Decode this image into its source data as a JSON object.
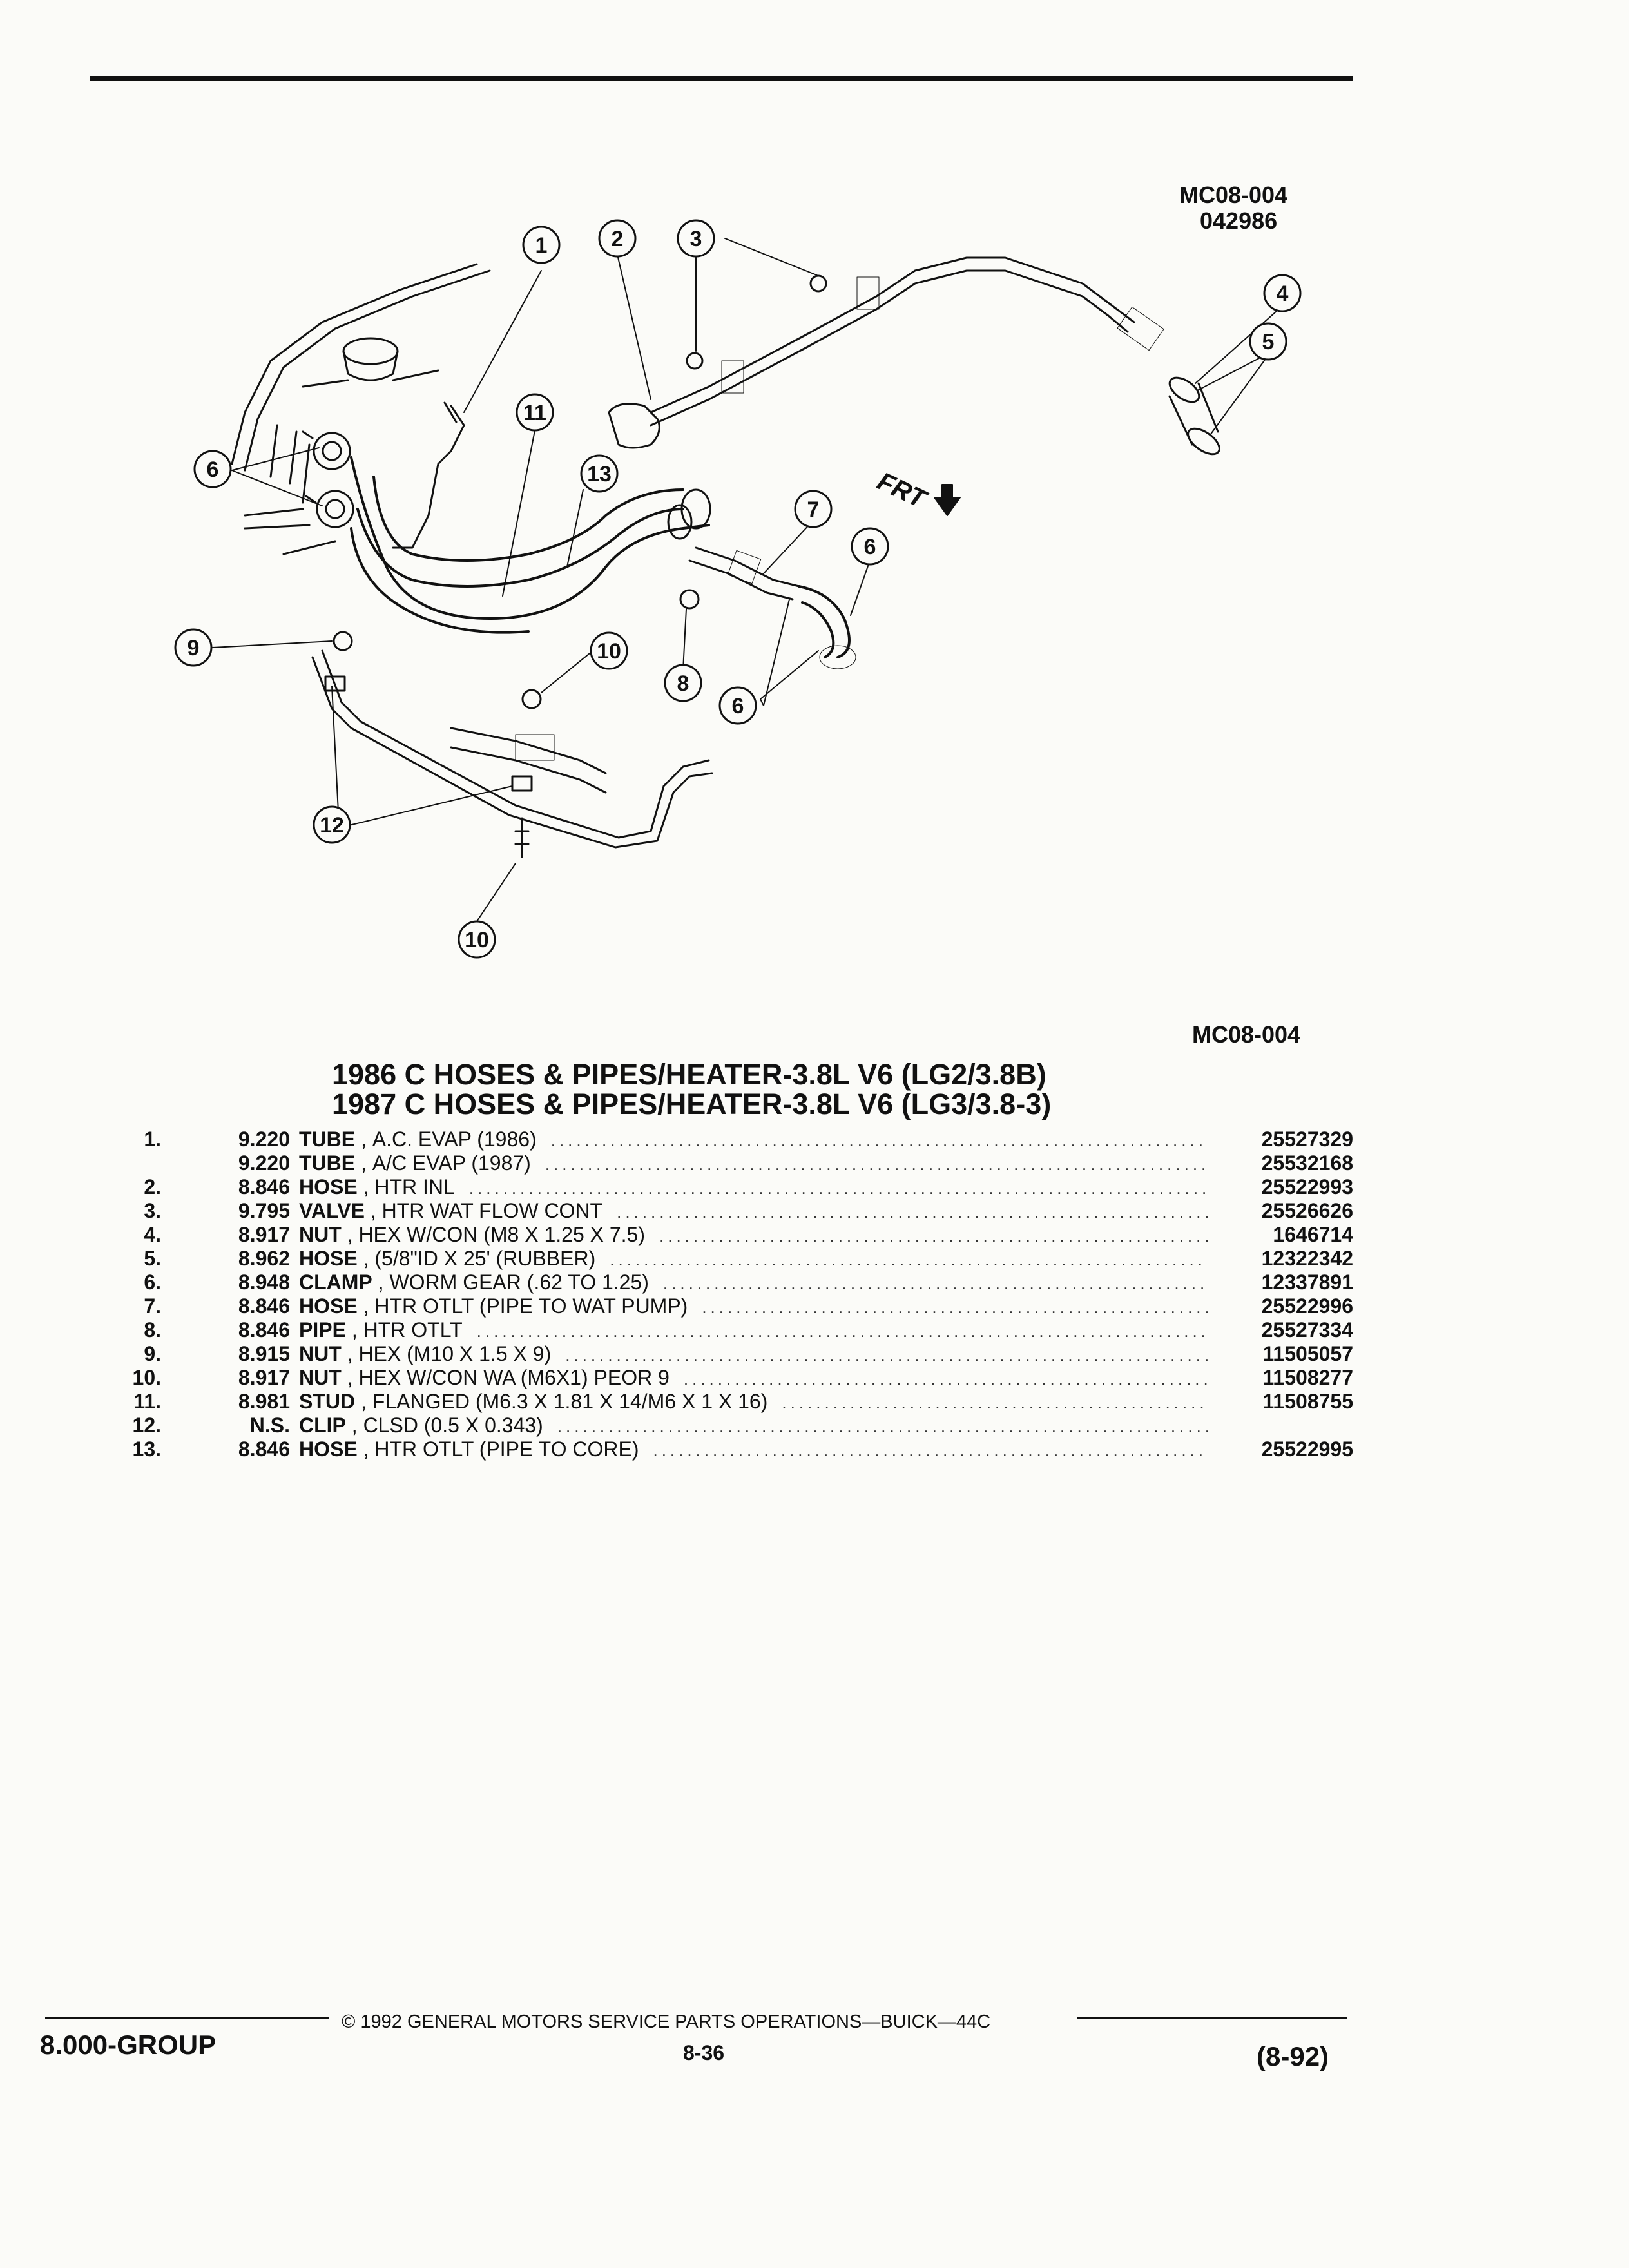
{
  "figure": {
    "code_top": "MC08-004",
    "date_code": "042986",
    "code_bottom": "MC08-004",
    "direction_label": "FRT",
    "callouts": [
      "1",
      "2",
      "3",
      "4",
      "5",
      "6",
      "6",
      "6",
      "7",
      "8",
      "9",
      "10",
      "10",
      "11",
      "12",
      "13"
    ]
  },
  "titles": [
    "1986 C HOSES & PIPES/HEATER-3.8L V6 (LG2/3.8B)",
    "1987 C HOSES & PIPES/HEATER-3.8L V6 (LG3/3.8-3)"
  ],
  "parts": [
    {
      "ref": "1.",
      "group": "9.220",
      "name": "TUBE",
      "spec": "A.C. EVAP (1986)",
      "part": "25527329"
    },
    {
      "ref": "",
      "group": "9.220",
      "name": "TUBE",
      "spec": "A/C EVAP (1987)",
      "part": "25532168"
    },
    {
      "ref": "2.",
      "group": "8.846",
      "name": "HOSE",
      "spec": "HTR INL",
      "part": "25522993"
    },
    {
      "ref": "3.",
      "group": "9.795",
      "name": "VALVE",
      "spec": "HTR WAT FLOW CONT",
      "part": "25526626"
    },
    {
      "ref": "4.",
      "group": "8.917",
      "name": "NUT",
      "spec": "HEX W/CON (M8 X 1.25 X 7.5)",
      "part": "1646714"
    },
    {
      "ref": "5.",
      "group": "8.962",
      "name": "HOSE",
      "spec": "(5/8\"ID X 25' (RUBBER)",
      "part": "12322342"
    },
    {
      "ref": "6.",
      "group": "8.948",
      "name": "CLAMP",
      "spec": "WORM GEAR (.62 TO 1.25)",
      "part": "12337891"
    },
    {
      "ref": "7.",
      "group": "8.846",
      "name": "HOSE",
      "spec": "HTR OTLT (PIPE TO WAT PUMP)",
      "part": "25522996"
    },
    {
      "ref": "8.",
      "group": "8.846",
      "name": "PIPE",
      "spec": "HTR OTLT",
      "part": "25527334"
    },
    {
      "ref": "9.",
      "group": "8.915",
      "name": "NUT",
      "spec": "HEX (M10 X 1.5 X 9)",
      "part": "11505057"
    },
    {
      "ref": "10.",
      "group": "8.917",
      "name": "NUT",
      "spec": "HEX W/CON WA (M6X1) PEOR 9",
      "part": "11508277"
    },
    {
      "ref": "11.",
      "group": "8.981",
      "name": "STUD",
      "spec": "FLANGED (M6.3 X 1.81 X 14/M6 X 1 X 16)",
      "part": "11508755"
    },
    {
      "ref": "12.",
      "group": "N.S.",
      "name": "CLIP",
      "spec": "CLSD (0.5 X 0.343)",
      "part": ""
    },
    {
      "ref": "13.",
      "group": "8.846",
      "name": "HOSE",
      "spec": "HTR OTLT (PIPE TO CORE)",
      "part": "25522995"
    }
  ],
  "footer": {
    "copyright": "© 1992 GENERAL MOTORS SERVICE PARTS OPERATIONS—BUICK—44C",
    "group": "8.000-GROUP",
    "page": "8-36",
    "date": "(8-92)"
  }
}
